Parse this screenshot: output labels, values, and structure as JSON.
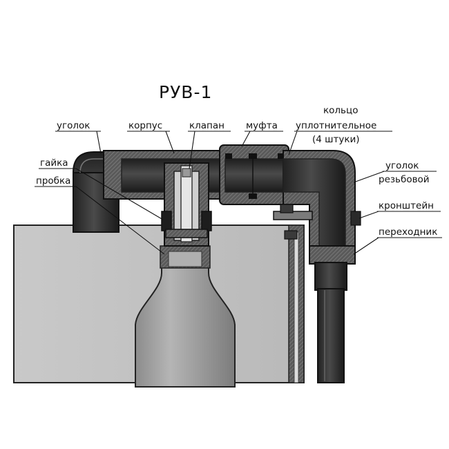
{
  "title": "РУВ-1",
  "labels": {
    "ugolok": "уголок",
    "korpus": "корпус",
    "klapan": "клапан",
    "mufta": "муфта",
    "koltso_line1": "кольцо",
    "koltso_line2": "уплотнительное",
    "koltso_line3": "(4 штуки)",
    "gaika": "гайка",
    "probka": "пробка",
    "ugolok_rezb_line1": "уголок",
    "ugolok_rezb_line2": "резьбовой",
    "kronshtein": "кронштейн",
    "perekhodnik": "переходник"
  }
}
